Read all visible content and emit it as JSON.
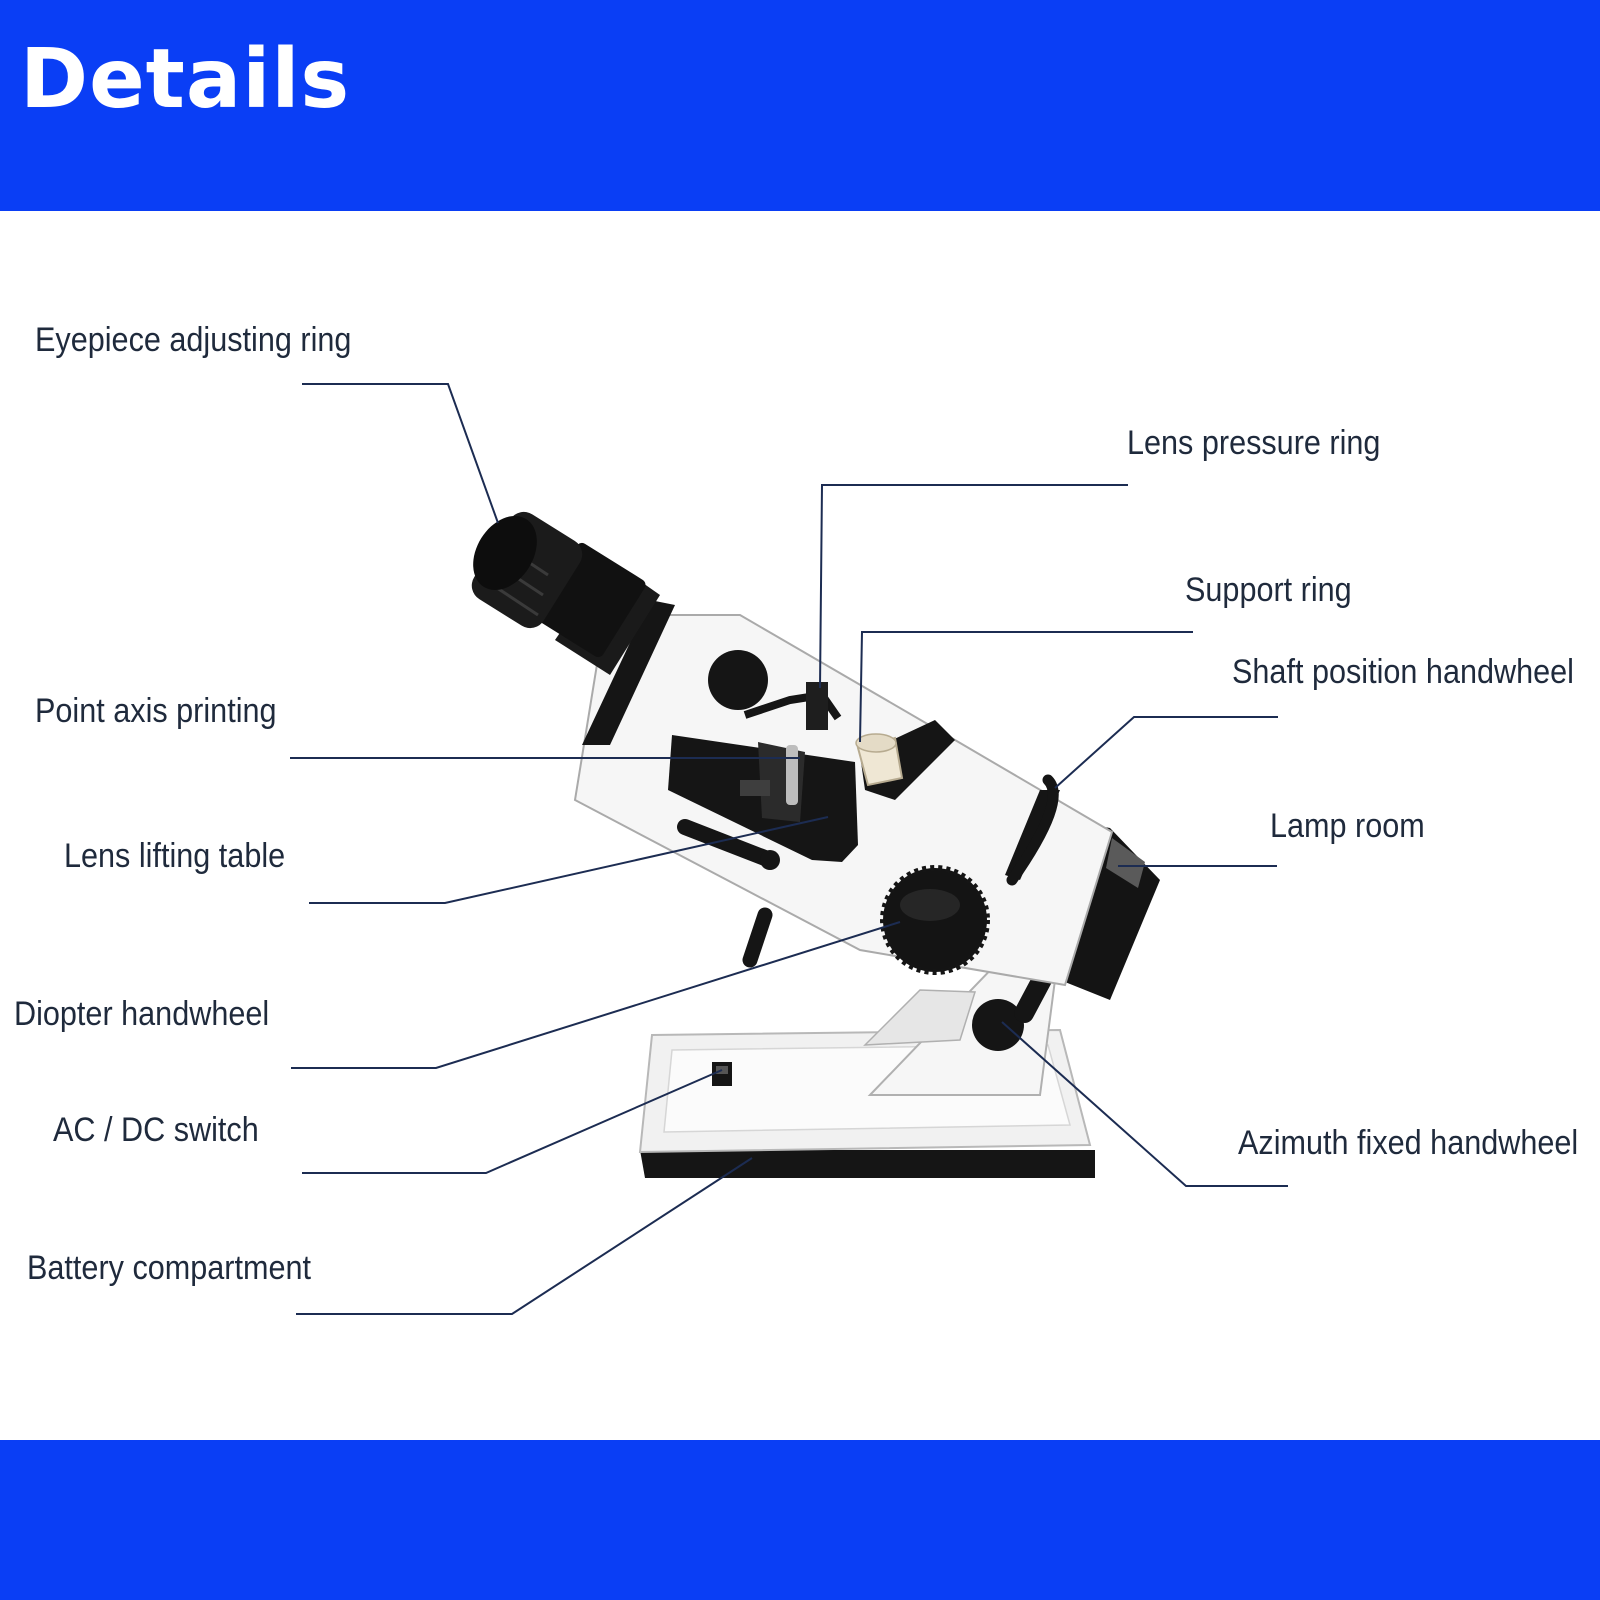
{
  "header": {
    "title": "Details"
  },
  "colors": {
    "band": "#0a3ef5",
    "leader_line": "#1c2c52",
    "label_text": "#1f2a3c",
    "device_body": "#f4f4f4",
    "device_dark": "#151515"
  },
  "callouts": {
    "eyepiece_adjusting_ring": "Eyepiece adjusting ring",
    "lens_pressure_ring": "Lens pressure ring",
    "support_ring": "Support ring",
    "shaft_position_handwheel": "Shaft position handwheel",
    "point_axis_printing": "Point axis printing",
    "lens_lifting_table": "Lens lifting table",
    "lamp_room": "Lamp room",
    "diopter_handwheel": "Diopter handwheel",
    "ac_dc_switch": "AC / DC switch",
    "azimuth_fixed_handwheel": "Azimuth fixed handwheel",
    "battery_compartment": "Battery compartment"
  },
  "illustration": {
    "subject": "manual lensmeter",
    "icon": "lensmeter-illustration"
  }
}
